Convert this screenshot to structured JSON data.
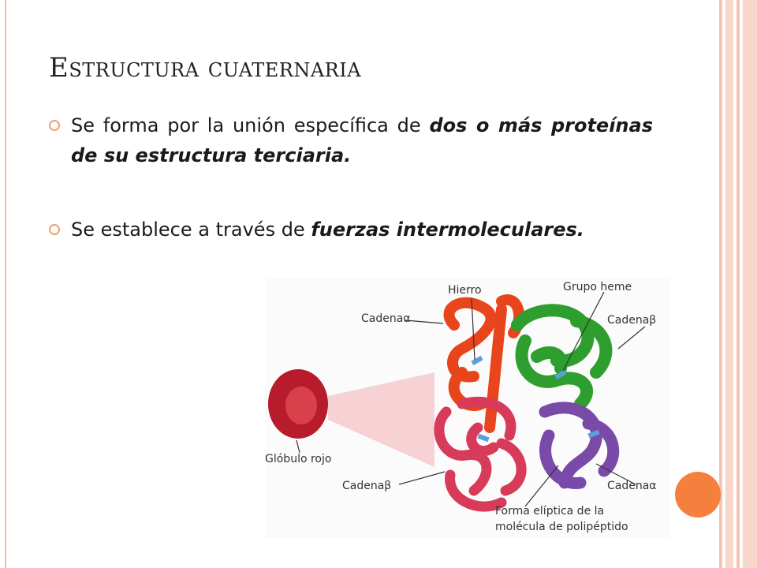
{
  "slide": {
    "title": "Estructura cuaternaria",
    "bullets": [
      {
        "plain": "Se forma por la unión específica de ",
        "emph": "dos o más proteínas de su estructura terciaria."
      },
      {
        "plain": "Se establece a través de ",
        "emph": "fuerzas intermoleculares."
      }
    ]
  },
  "figure": {
    "labels": {
      "hierro": "Hierro",
      "grupo_heme": "Grupo heme",
      "cadena_alpha_top": "Cadenaα",
      "cadena_beta_top": "Cadenaβ",
      "globulo_rojo": "Glóbulo rojo",
      "cadena_beta_bottom": "Cadenaβ",
      "cadena_alpha_bottom": "Cadenaα",
      "forma_line1": "Forma elíptica de la",
      "forma_line2": "molécula de polipéptido"
    },
    "colors": {
      "chain_alpha_1": "#e8451c",
      "chain_beta_1": "#2e9e2e",
      "chain_beta_2": "#d83a5a",
      "chain_alpha_2": "#7a4aa8",
      "red_cell": "#b81c2c",
      "heme": "#5aa0d8"
    }
  },
  "decor": {
    "accent": "#f5803e",
    "border": "#f2b8a8"
  }
}
